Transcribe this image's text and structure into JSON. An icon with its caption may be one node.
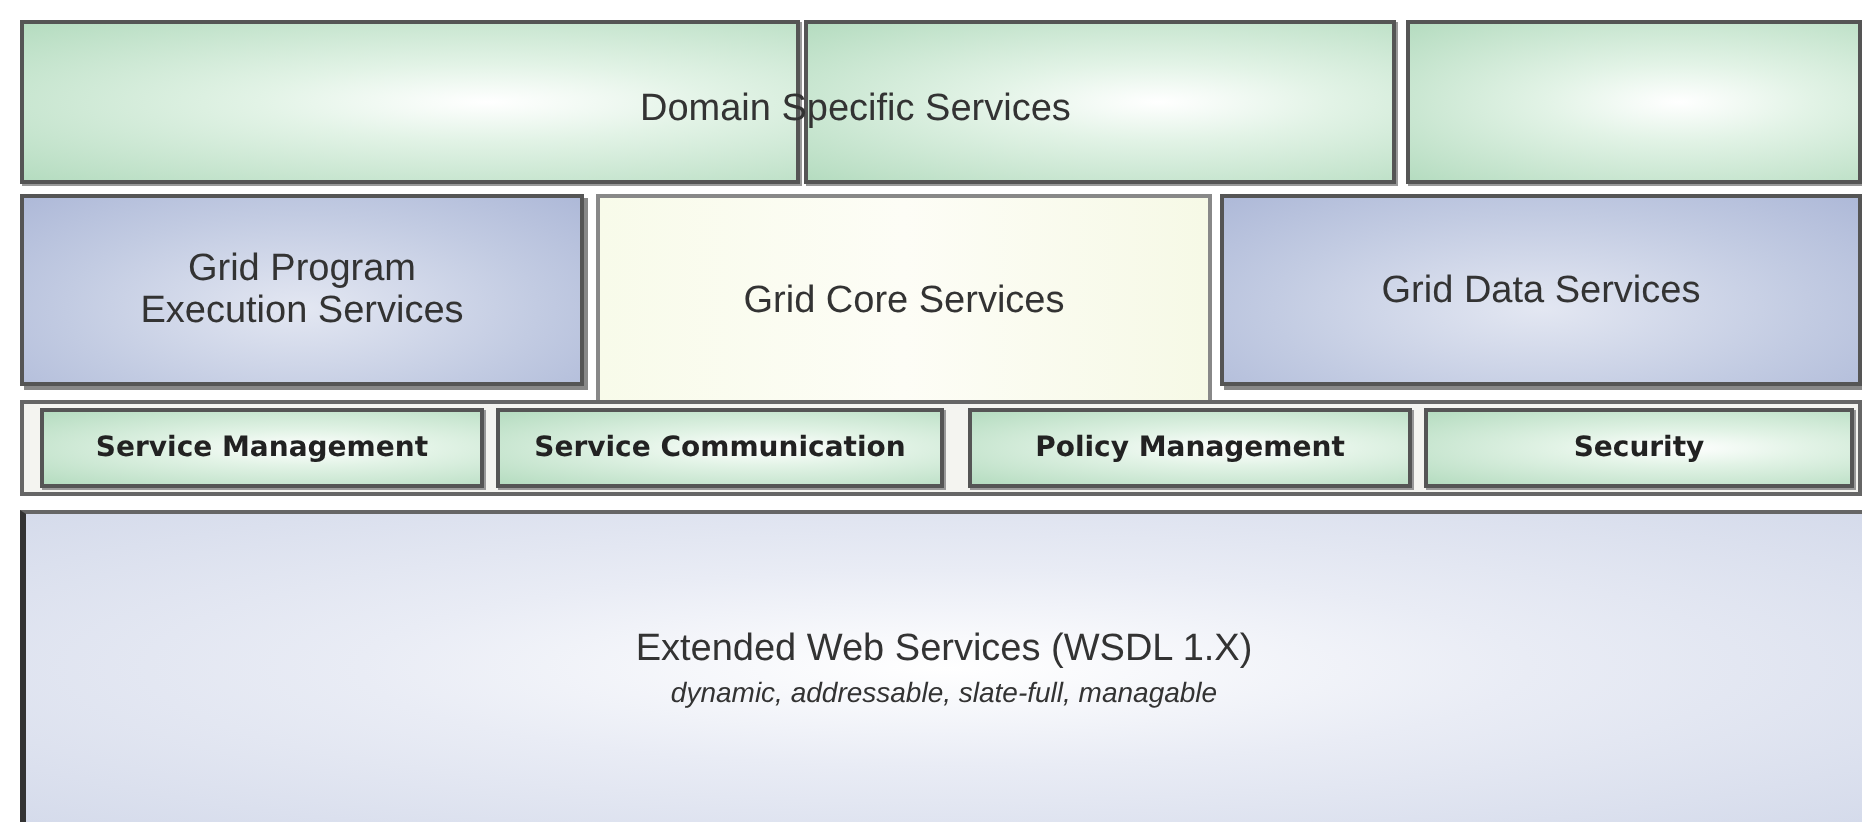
{
  "diagram": {
    "nodes": [
      {
        "text": [],
        "shape": "box"
      },
      {
        "text": [],
        "shape": "box"
      },
      {
        "text": [],
        "shape": "box"
      },
      {
        "text": [
          "Grid Program Execution Services"
        ]
      },
      {
        "text": [
          "Grid Core Services"
        ]
      },
      {
        "text": [
          "Grid Data Services"
        ]
      },
      {
        "text": [],
        "shape": "box"
      },
      {
        "text": [
          "Service Management"
        ],
        "in": 6
      },
      {
        "text": [
          "Service Communication"
        ],
        "in": 6
      },
      {
        "text": [
          "Policy Management"
        ],
        "in": 6
      },
      {
        "text": [
          "Security"
        ],
        "in": 6
      },
      {
        "text": [
          "Extended Web Services (WSDL 1.X)",
          "dynamic, addressable, slate-full, managable"
        ]
      }
    ],
    "edges": [],
    "labels": [
      "Domain Specific Services"
    ]
  }
}
